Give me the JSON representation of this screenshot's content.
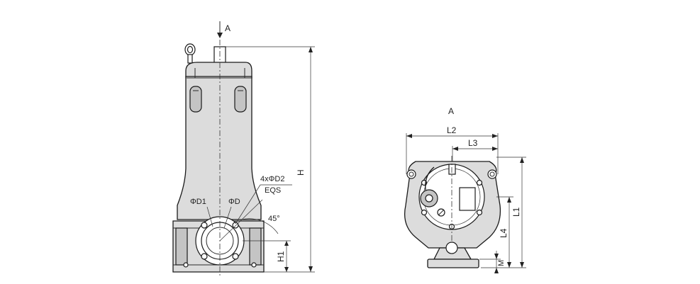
{
  "labels": {
    "view_marker_front": "A",
    "view_marker_bottom": "A",
    "dim_h": "H",
    "dim_h1": "H1",
    "dim_d1": "ΦD1",
    "dim_d": "ΦD",
    "dim_d2": "4xΦD2",
    "dim_eqs": "EQS",
    "dim_angle": "45°",
    "dim_l2": "L2",
    "dim_l3": "L3",
    "dim_l1": "L1",
    "dim_l4": "L4",
    "dim_m": "M"
  }
}
